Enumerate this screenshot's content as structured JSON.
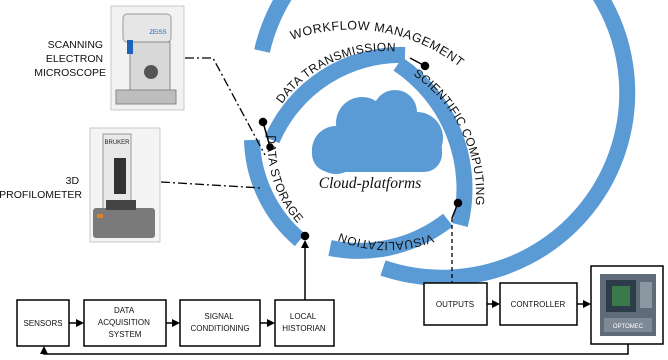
{
  "cloud": {
    "label": "Cloud-platforms",
    "color": "#5b9bd5"
  },
  "rings": {
    "outer_label": "WORKFLOW MANAGEMENT",
    "middle_label": "SCIENTIFIC COMPUTING",
    "inner_top_label": "DATA TRANSMISSION",
    "inner_left_label": "DATA STORAGE",
    "bottom_label": "VISUALIZATION",
    "color": "#5b9bd5"
  },
  "instruments": {
    "sem_label_lines": [
      "SCANNING",
      "ELECTRON",
      "MICROSCOPE"
    ],
    "profilometer_label_lines": [
      "3D",
      "PROFILOMETER"
    ],
    "sem_brand": "ZEISS",
    "profilometer_brand": "BRUKER"
  },
  "pipeline": {
    "sensors": "SENSORS",
    "daq_lines": [
      "DATA",
      "ACQUISITION",
      "SYSTEM"
    ],
    "signal_lines": [
      "SIGNAL",
      "CONDITIONING"
    ],
    "historian_lines": [
      "LOCAL",
      "HISTORIAN"
    ],
    "outputs": "OUTPUTS",
    "controller": "CONTROLLER",
    "machine_brand": "OPTOMEC"
  }
}
